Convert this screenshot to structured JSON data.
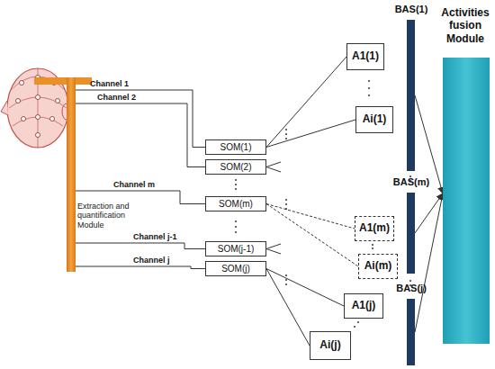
{
  "diagram": {
    "nodes": [
      {
        "text": [
          "Extraction and quantification Module"
        ]
      },
      {
        "text": [
          "SOM(1)"
        ]
      },
      {
        "text": [
          "SOM(2)"
        ]
      },
      {
        "text": [
          "SOM(m)"
        ]
      },
      {
        "text": [
          "SOM(j-1)"
        ]
      },
      {
        "text": [
          "SOM(j)"
        ]
      },
      {
        "text": [
          "A1(1)"
        ]
      },
      {
        "text": [
          "Ai(1)"
        ]
      },
      {
        "text": [
          "A1(m)"
        ]
      },
      {
        "text": [
          "Ai(m)"
        ]
      },
      {
        "text": [
          "A1(j)"
        ]
      },
      {
        "text": [
          "Ai(j)"
        ]
      },
      {
        "text": [
          "BAS(1)"
        ]
      },
      {
        "text": [
          "BAS(m)"
        ]
      },
      {
        "text": [
          "BAS(j)"
        ]
      },
      {
        "text": [
          "Activities fusion Module"
        ]
      }
    ],
    "edges": [
      {
        "from": 0,
        "to": 1,
        "arrow": "none",
        "label": "Channel 1"
      },
      {
        "from": 0,
        "to": 2,
        "arrow": "none",
        "label": "Channel 2"
      },
      {
        "from": 0,
        "to": 3,
        "arrow": "none",
        "label": "Channel m"
      },
      {
        "from": 0,
        "to": 4,
        "arrow": "none",
        "label": "Channel j-1"
      },
      {
        "from": 0,
        "to": 5,
        "arrow": "none",
        "label": "Channel j"
      },
      {
        "from": 1,
        "to": 6,
        "arrow": "none"
      },
      {
        "from": 1,
        "to": 7,
        "arrow": "none"
      },
      {
        "from": 3,
        "to": 8,
        "arrow": "none"
      },
      {
        "from": 3,
        "to": 9,
        "arrow": "none"
      },
      {
        "from": 5,
        "to": 10,
        "arrow": "none"
      },
      {
        "from": 5,
        "to": 11,
        "arrow": "none"
      },
      {
        "from": 12,
        "to": 15,
        "arrow": "to"
      },
      {
        "from": 13,
        "to": 15,
        "arrow": "to"
      },
      {
        "from": 14,
        "to": 15,
        "arrow": "to"
      }
    ]
  }
}
